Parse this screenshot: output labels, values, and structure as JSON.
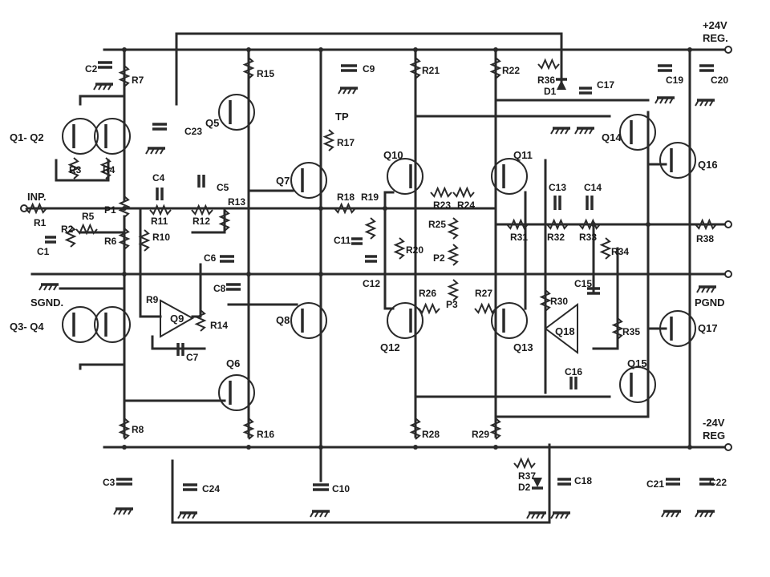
{
  "rails": {
    "pos_label_1": "+24V",
    "pos_label_2": "REG.",
    "neg_label_1": "-24V",
    "neg_label_2": "REG"
  },
  "io": {
    "input": "INP.",
    "signal_ground": "SGND.",
    "power_ground": "PGND",
    "test_point": "TP"
  },
  "transistors": [
    "Q1- Q2",
    "Q3- Q4",
    "Q5",
    "Q6",
    "Q7",
    "Q8",
    "Q9",
    "Q10",
    "Q11",
    "Q12",
    "Q13",
    "Q14",
    "Q15",
    "Q16",
    "Q17",
    "Q18"
  ],
  "resistors": [
    "R1",
    "R2",
    "R3",
    "R4",
    "R5",
    "R6",
    "R7",
    "R8",
    "R9",
    "R10",
    "R11",
    "R12",
    "R13",
    "R14",
    "R15",
    "R16",
    "R17",
    "R18",
    "R19",
    "R20",
    "R21",
    "R22",
    "R23",
    "R24",
    "R25",
    "R26",
    "R27",
    "R28",
    "R29",
    "R30",
    "R31",
    "R32",
    "R33",
    "R34",
    "R35",
    "R36",
    "R37",
    "R38"
  ],
  "capacitors": [
    "C1",
    "C2",
    "C3",
    "C4",
    "C5",
    "C6",
    "C7",
    "C8",
    "C9",
    "C10",
    "C11",
    "C12",
    "C13",
    "C14",
    "C15",
    "C16",
    "C17",
    "C18",
    "C19",
    "C20",
    "C21",
    "C22",
    "C23",
    "C24"
  ],
  "pots": [
    "P1",
    "P2",
    "P3"
  ],
  "diodes": [
    "D1",
    "D2"
  ]
}
